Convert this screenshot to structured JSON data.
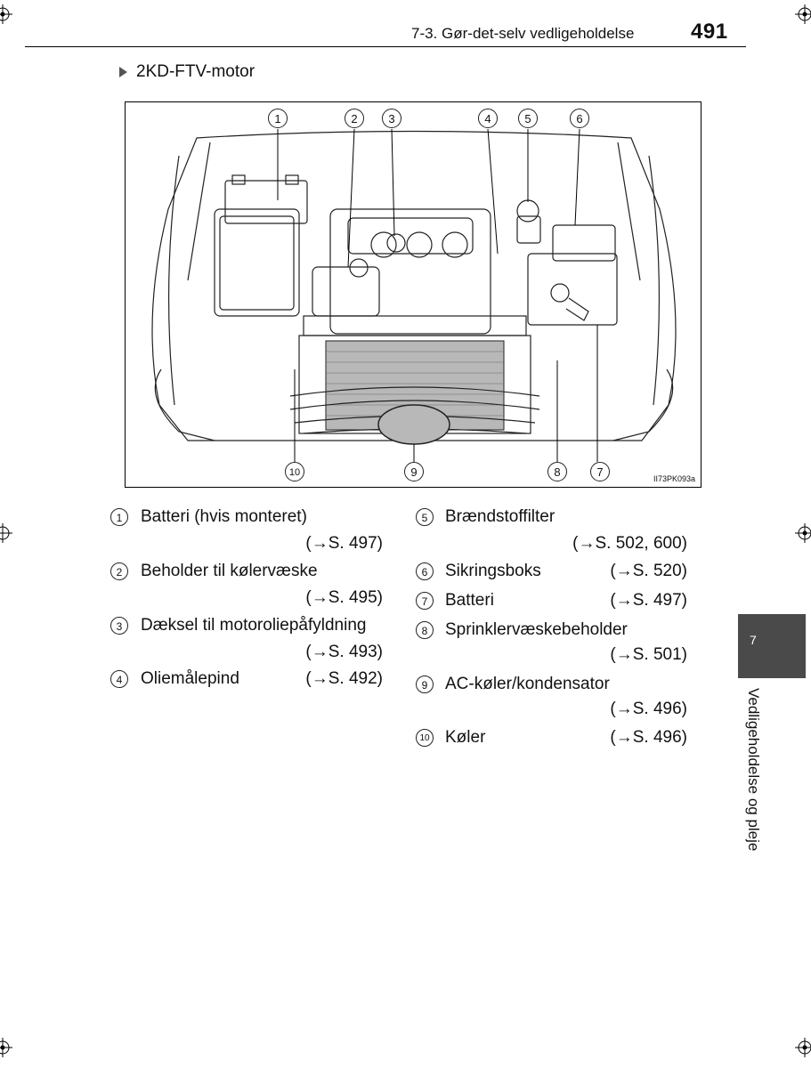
{
  "header": {
    "section": "7-3. Gør-det-selv vedligeholdelse",
    "page_number": "491"
  },
  "subtitle": "2KD-FTV-motor",
  "figure": {
    "code": "II73PK093a",
    "callouts": [
      "1",
      "2",
      "3",
      "4",
      "5",
      "6",
      "7",
      "8",
      "9",
      "10"
    ]
  },
  "legend": [
    {
      "num": "1",
      "text": "Batteri (hvis monteret)",
      "ref": "(→S. 497)"
    },
    {
      "num": "2",
      "text": "Beholder til kølervæske",
      "ref": "(→S. 495)"
    },
    {
      "num": "3",
      "text": "Dæksel til motoroliepåfyldning",
      "ref": "(→S. 493)"
    },
    {
      "num": "4",
      "text": "Oliemålepind",
      "ref": "(→S. 492)"
    },
    {
      "num": "5",
      "text": "Brændstoffilter",
      "ref": "(→S. 502, 600)"
    },
    {
      "num": "6",
      "text": "Sikringsboks",
      "ref": "(→S. 520)"
    },
    {
      "num": "7",
      "text": "Batteri",
      "ref": "(→S. 497)"
    },
    {
      "num": "8",
      "text": "Sprinklervæskebeholder",
      "ref": "(→S. 501)"
    },
    {
      "num": "9",
      "text": "AC-køler/kondensator",
      "ref": "(→S. 496)"
    },
    {
      "num": "10",
      "text": "Køler",
      "ref": "(→S. 496)"
    }
  ],
  "side_tab": {
    "number": "7",
    "label": "Vedligeholdelse og pleje"
  }
}
